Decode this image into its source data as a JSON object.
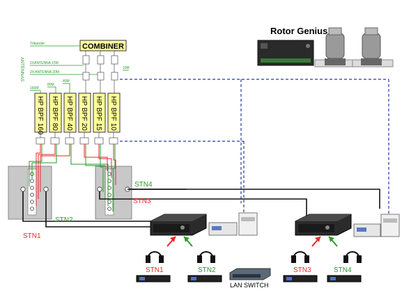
{
  "title": "Rotor Genius",
  "combiner": "COMBINER",
  "antennas_label": "ANTENNAS",
  "feed_labels": [
    "Tribander",
    "2XANTENNA 15M",
    "2X ANTENNA 20M",
    "10M",
    "40M",
    "80M",
    "160M"
  ],
  "filters": [
    {
      "line1": "HP BPF",
      "line2": "160"
    },
    {
      "line1": "HP BPF",
      "line2": "80"
    },
    {
      "line1": "HP BPF",
      "line2": "40"
    },
    {
      "line1": "HP BPF",
      "line2": "20"
    },
    {
      "line1": "HP BPF",
      "line2": "15"
    },
    {
      "line1": "HP BPF",
      "line2": "10"
    }
  ],
  "stations": {
    "stn1": "STN1",
    "stn2": "STN2",
    "stn3": "STN3",
    "stn4": "STN4",
    "b_stn1": "STN1",
    "b_stn2": "STN2",
    "b_stn3": "STN3",
    "b_stn4": "STN4"
  },
  "lan_switch": "LAN SWITCH",
  "colors": {
    "red": "#e8262a",
    "green": "#2a9a2a",
    "blue_dashed": "#2438a8",
    "filter_fill": "#ffff99"
  }
}
